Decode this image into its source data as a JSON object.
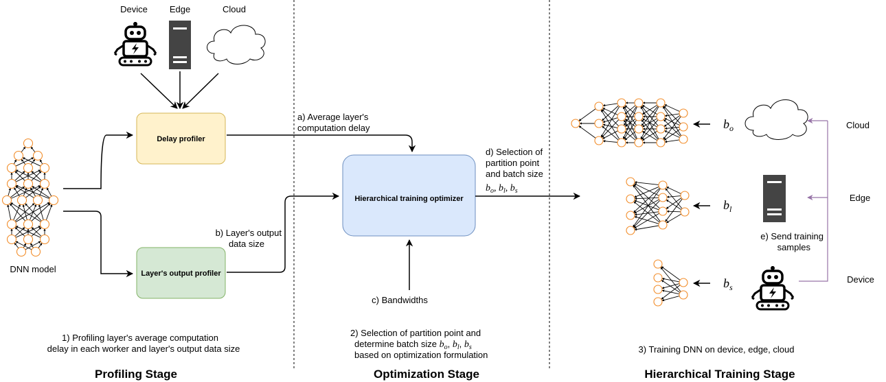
{
  "devices": {
    "device": "Device",
    "edge": "Edge",
    "cloud": "Cloud"
  },
  "model_label": "DNN model",
  "boxes": {
    "delay_profiler": "Delay profiler",
    "output_profiler": "Layer's output profiler",
    "optimizer": "Hierarchical  training optimizer"
  },
  "annotations": {
    "a_line1": "a) Average layer's",
    "a_line2": "computation  delay",
    "b_line1": "b) Layer's output",
    "b_line2": "data size",
    "c": "c)  Bandwidths",
    "d_line1": "d)  Selection of",
    "d_line2": "partition point",
    "d_line3": "and  batch size",
    "e_line1": "e)  Send training",
    "e_line2": "samples"
  },
  "batch_labels": {
    "bo": "b",
    "bo_sub": "o",
    "bl": "b",
    "bl_sub": "l",
    "bs": "b",
    "bs_sub": "s",
    "combined": "bo, bl, bs"
  },
  "right_labels": {
    "cloud": "Cloud",
    "edge": "Edge",
    "device": "Device"
  },
  "captions": {
    "profiling_line1": "1) Profiling layer's average computation",
    "profiling_line2": "delay in each worker and layer's output data size",
    "optimization_line1": "2)  Selection of partition point and",
    "optimization_line2": "determine batch size",
    "optimization_line3": "based on optimization formulation",
    "training": "3)  Training DNN on device, edge, cloud"
  },
  "stage_titles": {
    "profiling": "Profiling Stage",
    "optimization": "Optimization Stage",
    "training": "Hierarchical Training Stage"
  },
  "colors": {
    "neuron": "#f28c28",
    "delay_box_fill": "#fff2cc",
    "delay_box_stroke": "#d6b656",
    "output_box_fill": "#d5e8d4",
    "output_box_stroke": "#82b366",
    "optimizer_fill": "#dae8fc",
    "optimizer_stroke": "#6c8ebf",
    "sample_arrow": "#9673a6",
    "server": "#444444"
  }
}
